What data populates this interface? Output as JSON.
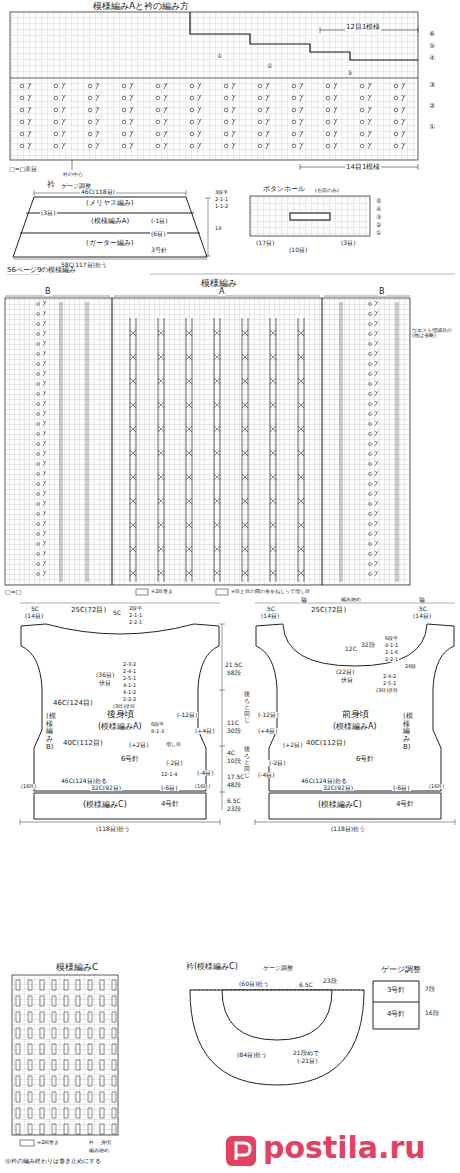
{
  "diagram": {
    "nodes": [
      {
        "text": [
          "(メリヤス編み)",
          "(模様編みA)",
          "(ガーター編み)"
        ]
      },
      {
        "text": [
          "後身頃",
          "(模様編みA)",
          "6号針"
        ]
      },
      {
        "text": [
          "(模様編みC)",
          "4号針"
        ]
      },
      {
        "text": [
          "前身頃",
          "(模様編みA)",
          "6号針"
        ]
      },
      {
        "text": [
          "(模様編みC)",
          "4号針"
        ]
      },
      {
        "text": [
          "3号針",
          "4号針"
        ]
      }
    ],
    "labels": [
      "模様編みAと衿の編み方",
      "12目1模様",
      "①",
      "②",
      "③",
      "⑥",
      "⑤",
      "④",
      "③",
      "②",
      "①",
      "14目1模様",
      "□=□表目",
      "衿の中心",
      "衿",
      "ゲージ調整",
      "46C(118目)",
      "(3目)",
      "(-1目)",
      "(6目)",
      "3号針",
      "58C(117目)拾う",
      "3段平",
      "2-1-1",
      "1-1-2",
      "14",
      "ボタンホール",
      "(右前のみ)",
      "(17目)",
      "(10目)",
      "(3目)",
      "⑤",
      "④",
      "③",
      "②",
      "①",
      "56ページ9の模様編み",
      "模様編み",
      "B",
      "A",
      "B",
      "ウエスト増減目の(他は省略)",
      "□=□",
      "=2目巻き",
      "=目と目の間の糸をねじって増し目",
      "脇",
      "編み始め",
      "脇",
      "5C",
      "(14目)",
      "25C(72目)",
      "2段平",
      "2-1-1",
      "2-2-1",
      "5C",
      "(36目)",
      "伏目",
      "2-3-2",
      "2-4-1",
      "2-5-1",
      "4-1-1",
      "4-1-2",
      "2-2-2",
      "(3目)伏目",
      "21.5C",
      "58段",
      "(-12目)",
      "46C(124目)",
      "6段平",
      "8-1-3",
      "(+4目)",
      "11C",
      "30段",
      "(+2目)",
      "増し目",
      "40C(112目)",
      "(-2目)",
      "4C",
      "10段",
      "(-4目)",
      "12-1-4",
      "17.5C",
      "48段",
      "(模様編みB)",
      "(模様編みB)",
      "46C(124目)拾る",
      "32C(92目)",
      "(16目)",
      "(16目)",
      "(-6目)",
      "6.5C",
      "23段",
      "(118目)拾う",
      "後ろと同じ",
      "後ろと同じ",
      "5C",
      "(14目)",
      "25C(72目)",
      "5C",
      "(14目)",
      "6段平",
      "4-1-1",
      "2-1-6",
      "2-2-1",
      "12C",
      "32段",
      "(22目)",
      "伏目",
      "2-4-2",
      "2-5-1",
      "(3目)伏目",
      "26段",
      "(-12目)",
      "(+4目)",
      "(+2目)",
      "40C(112目)",
      "(-2目)",
      "(-4目)",
      "46C(124目)拾る",
      "32C(92目)",
      "(-6目)",
      "(16目)",
      "(118目)拾う",
      "模様編みC",
      "=2回巻き",
      "衿",
      "身頃",
      "編み始め",
      "㊟衿の編み終わりは巻き止めにする",
      "衿(模様編みC)",
      "ゲージ調整",
      "(60目)拾う",
      "6.5C",
      "23段",
      "21段めで",
      "(-21目)",
      "(84目)拾う",
      "ゲージ調整",
      "7段",
      "16段",
      "postila.ru"
    ]
  }
}
